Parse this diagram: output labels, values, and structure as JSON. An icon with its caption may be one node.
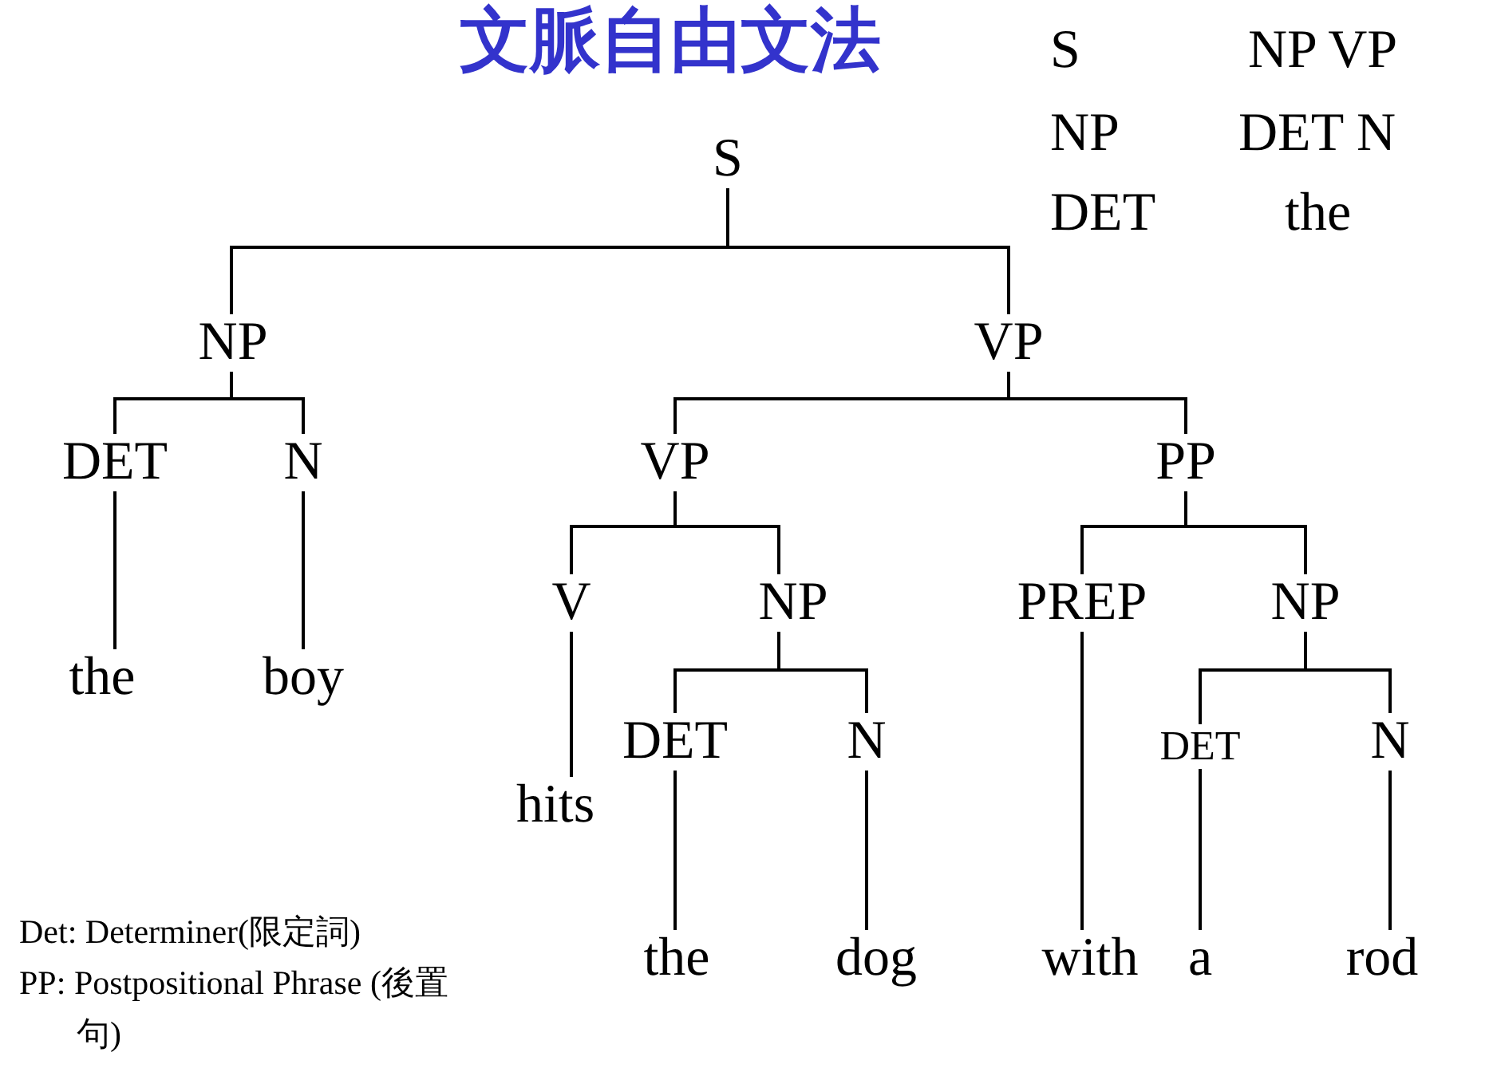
{
  "diagram": {
    "title": "文脈自由文法",
    "nodes": [
      {
        "text": [
          "S"
        ]
      },
      {
        "text": [
          "NP"
        ]
      },
      {
        "text": [
          "VP"
        ]
      },
      {
        "text": [
          "DET"
        ]
      },
      {
        "text": [
          "N"
        ]
      },
      {
        "text": [
          "VP"
        ]
      },
      {
        "text": [
          "PP"
        ]
      },
      {
        "text": [
          "the"
        ]
      },
      {
        "text": [
          "boy"
        ]
      },
      {
        "text": [
          "V"
        ]
      },
      {
        "text": [
          "NP"
        ]
      },
      {
        "text": [
          "PREP"
        ]
      },
      {
        "text": [
          "NP"
        ]
      },
      {
        "text": [
          "DET"
        ]
      },
      {
        "text": [
          "N"
        ]
      },
      {
        "text": [
          "DET"
        ]
      },
      {
        "text": [
          "N"
        ]
      },
      {
        "text": [
          "hits"
        ]
      },
      {
        "text": [
          "the"
        ]
      },
      {
        "text": [
          "dog"
        ]
      },
      {
        "text": [
          "with"
        ]
      },
      {
        "text": [
          "a"
        ]
      },
      {
        "text": [
          "rod"
        ]
      }
    ],
    "edges": [
      {
        "from": 0,
        "to": 1,
        "arrow": "none"
      },
      {
        "from": 0,
        "to": 2,
        "arrow": "none"
      },
      {
        "from": 1,
        "to": 3,
        "arrow": "none"
      },
      {
        "from": 1,
        "to": 4,
        "arrow": "none"
      },
      {
        "from": 3,
        "to": 7,
        "arrow": "none"
      },
      {
        "from": 4,
        "to": 8,
        "arrow": "none"
      },
      {
        "from": 2,
        "to": 5,
        "arrow": "none"
      },
      {
        "from": 2,
        "to": 6,
        "arrow": "none"
      },
      {
        "from": 5,
        "to": 9,
        "arrow": "none"
      },
      {
        "from": 5,
        "to": 10,
        "arrow": "none"
      },
      {
        "from": 9,
        "to": 17,
        "arrow": "none"
      },
      {
        "from": 10,
        "to": 13,
        "arrow": "none"
      },
      {
        "from": 10,
        "to": 14,
        "arrow": "none"
      },
      {
        "from": 13,
        "to": 18,
        "arrow": "none"
      },
      {
        "from": 14,
        "to": 19,
        "arrow": "none"
      },
      {
        "from": 6,
        "to": 11,
        "arrow": "none"
      },
      {
        "from": 6,
        "to": 12,
        "arrow": "none"
      },
      {
        "from": 11,
        "to": 20,
        "arrow": "none"
      },
      {
        "from": 12,
        "to": 15,
        "arrow": "none"
      },
      {
        "from": 12,
        "to": 16,
        "arrow": "none"
      },
      {
        "from": 15,
        "to": 21,
        "arrow": "none"
      },
      {
        "from": 16,
        "to": 22,
        "arrow": "none"
      }
    ],
    "labels": [
      "S",
      "NP VP",
      "NP",
      "DET N",
      "DET",
      "the",
      "Det: Determiner(限定詞)",
      "PP: Postpositional Phrase (後置句)"
    ]
  }
}
